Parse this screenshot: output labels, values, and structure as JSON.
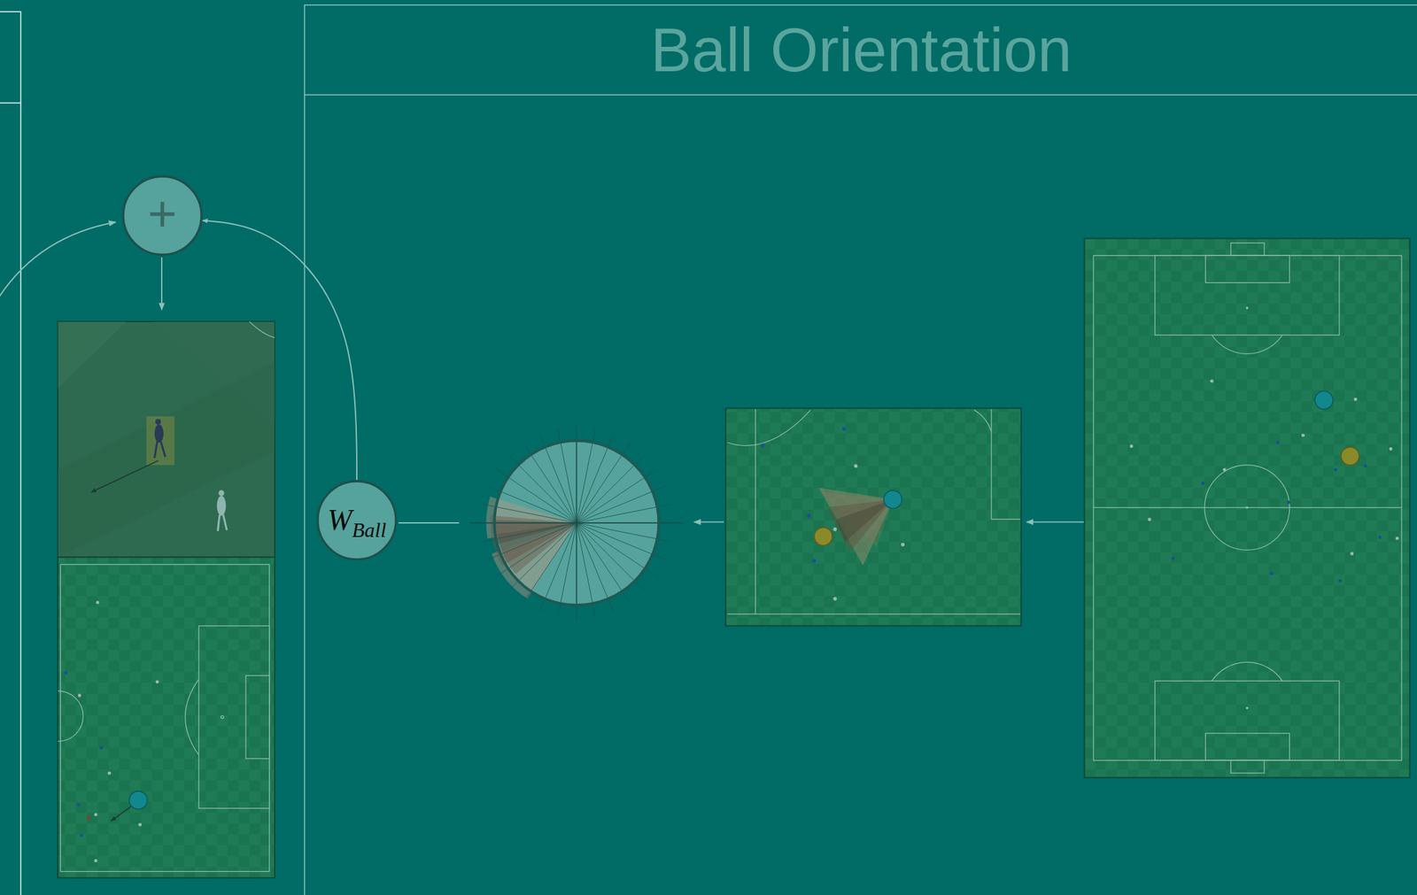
{
  "diagram": {
    "title": "Ball Orientation",
    "nodes": [
      {
        "text": [
          "+"
        ]
      },
      {
        "text": [
          "W",
          "Ball"
        ]
      }
    ],
    "edges": [
      {
        "from": 1,
        "to": 0,
        "arrow": "to"
      }
    ]
  }
}
